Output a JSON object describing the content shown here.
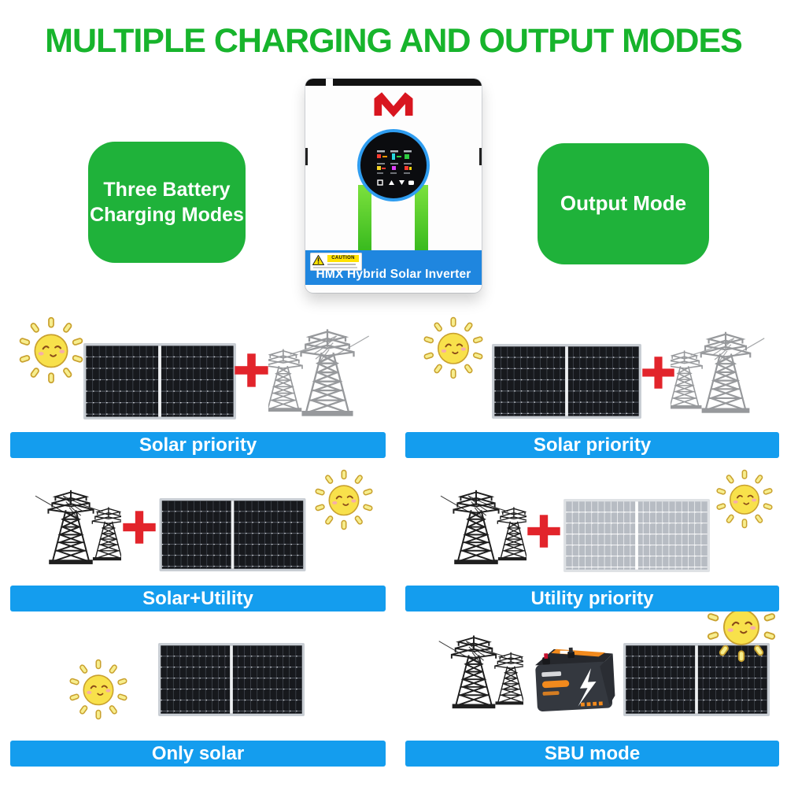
{
  "title": {
    "text": "MULTIPLE CHARGING AND OUTPUT MODES",
    "color": "#17b42c"
  },
  "callouts": {
    "bg_color": "#1fb23a",
    "left": {
      "line1": "Three Battery",
      "line2": "Charging Modes"
    },
    "right": {
      "label": "Output Mode"
    }
  },
  "inverter": {
    "brand_label": "HMX Hybrid Solar Inverter",
    "caution_label": "CAUTION",
    "band_color": "#1f86df",
    "stripe_color": "#4fc928",
    "display_ring_color": "#2f9df0",
    "logo_color": "#d8161f"
  },
  "banner_color": "#149dee",
  "plus_color": "#e2242b",
  "modes": [
    {
      "label": "Solar priority",
      "icons": [
        "sun-icon",
        "solar-panel-icon",
        "plus-icon",
        "power-towers-icon"
      ]
    },
    {
      "label": "Solar priority",
      "icons": [
        "sun-icon",
        "solar-panel-icon",
        "plus-icon",
        "power-towers-icon"
      ]
    },
    {
      "label": "Solar+Utility",
      "icons": [
        "power-towers-icon",
        "plus-icon",
        "solar-panel-icon",
        "sun-icon"
      ]
    },
    {
      "label": "Utility priority",
      "icons": [
        "power-towers-icon",
        "plus-icon",
        "solar-panel-inactive-icon",
        "sun-icon"
      ]
    },
    {
      "label": "Only solar",
      "icons": [
        "sun-icon",
        "solar-panel-icon"
      ]
    },
    {
      "label": "SBU mode",
      "icons": [
        "power-towers-icon",
        "battery-icon",
        "solar-panel-icon",
        "sun-icon"
      ]
    }
  ]
}
